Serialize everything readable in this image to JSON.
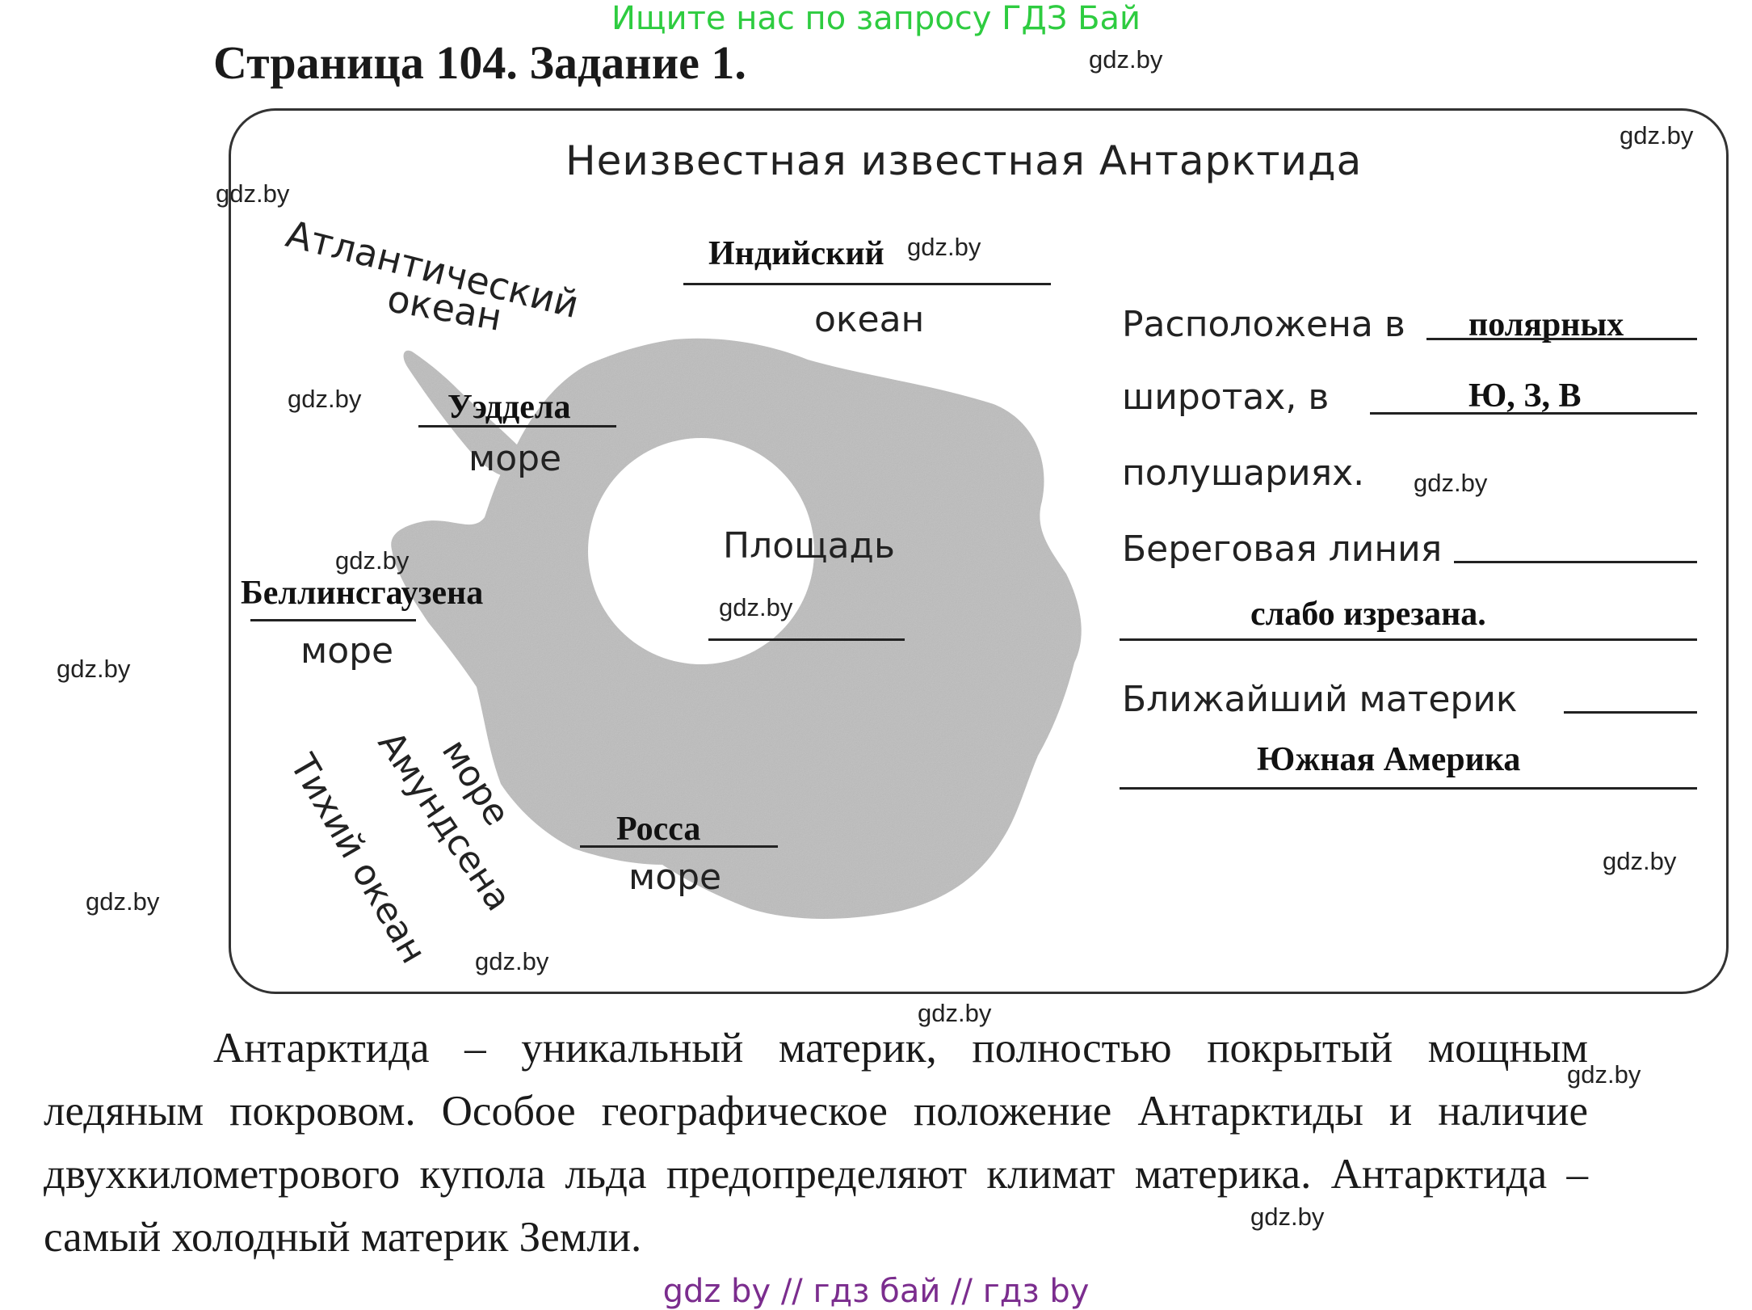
{
  "banner": {
    "text": "Ищите нас по запросу ГДЗ Бай",
    "color": "#2ecc40"
  },
  "title": "Страница 104. Задание 1.",
  "card": {
    "title": "Неизвестная известная Антарктида",
    "oceans": {
      "atlantic_1": "Атлантический",
      "atlantic_2": "океан",
      "indian_answer": "Индийский",
      "indian_word": "океан",
      "pacific": "Тихий океан"
    },
    "seas": {
      "weddell_answer": "Уэддела",
      "weddell_word": "море",
      "bellingshausen_answer": "Беллинсгаузена",
      "bellingshausen_word": "море",
      "amundsen_1": "море",
      "amundsen_2": "Амундсена",
      "ross_answer": "Росса",
      "ross_word": "море"
    },
    "area_label": "Площадь",
    "facts": {
      "located_label": "Расположена в",
      "located_answer": "полярных",
      "latitudes_label": "широтах, в",
      "hemispheres_answer": "Ю, З, В",
      "hemispheres_label": "полушариях.",
      "coast_label": "Береговая линия",
      "coast_answer": "слабо изрезана.",
      "nearest_label": "Ближайший материк",
      "nearest_answer": "Южная Америка"
    }
  },
  "paragraph": "Антарктида – уникальный материк, полностью покрытый мощным ледяным покровом. Особое географическое положение Антарктиды и наличие двухкилометрового купола льда предопределяют климат материка. Антарктида – самый холодный материк Земли.",
  "watermark": "gdz.by",
  "footer": {
    "text": "gdz by  //  гдз бай  //  гдз by",
    "color": "#7b2d8e"
  }
}
